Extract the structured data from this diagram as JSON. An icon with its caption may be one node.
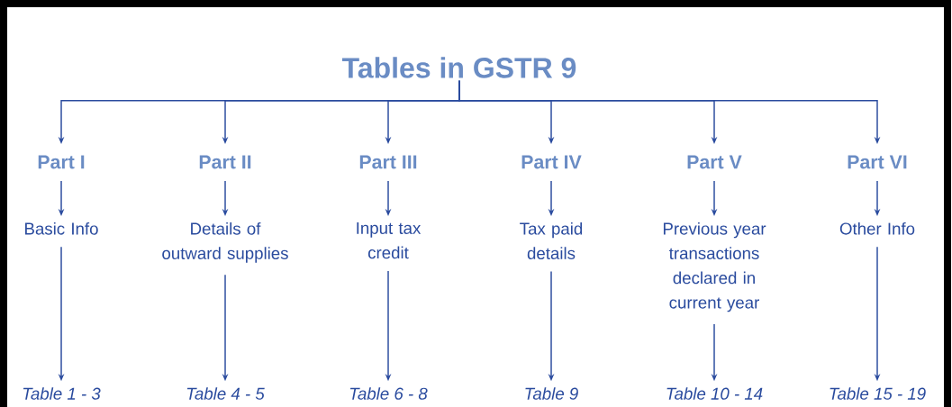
{
  "diagram": {
    "nodes": [
      {
        "text": [
          "Tables in GSTR 9"
        ]
      },
      {
        "text": [
          "Part I"
        ]
      },
      {
        "text": [
          "Part II"
        ]
      },
      {
        "text": [
          "Part III"
        ]
      },
      {
        "text": [
          "Part IV"
        ]
      },
      {
        "text": [
          "Part V"
        ]
      },
      {
        "text": [
          "Part VI"
        ]
      },
      {
        "text": [
          "Basic Info"
        ]
      },
      {
        "text": [
          "Details of outward supplies"
        ]
      },
      {
        "text": [
          "Input tax credit"
        ]
      },
      {
        "text": [
          "Tax paid details"
        ]
      },
      {
        "text": [
          "Previous year transactions declared in current year"
        ]
      },
      {
        "text": [
          "Other Info"
        ]
      },
      {
        "text": [
          "Table 1 - 3"
        ]
      },
      {
        "text": [
          "Table 4 - 5"
        ]
      },
      {
        "text": [
          "Table 6 - 8"
        ]
      },
      {
        "text": [
          "Table 9"
        ]
      },
      {
        "text": [
          "Table 10 - 14"
        ]
      },
      {
        "text": [
          "Table 15 - 19"
        ]
      }
    ],
    "edges": [
      {
        "from": 0,
        "to": 1,
        "arrow": "to"
      },
      {
        "from": 0,
        "to": 2,
        "arrow": "to"
      },
      {
        "from": 0,
        "to": 3,
        "arrow": "to"
      },
      {
        "from": 0,
        "to": 4,
        "arrow": "to"
      },
      {
        "from": 0,
        "to": 5,
        "arrow": "to"
      },
      {
        "from": 0,
        "to": 6,
        "arrow": "to"
      },
      {
        "from": 1,
        "to": 7,
        "arrow": "to"
      },
      {
        "from": 2,
        "to": 8,
        "arrow": "to"
      },
      {
        "from": 3,
        "to": 9,
        "arrow": "to"
      },
      {
        "from": 4,
        "to": 10,
        "arrow": "to"
      },
      {
        "from": 5,
        "to": 11,
        "arrow": "to"
      },
      {
        "from": 6,
        "to": 12,
        "arrow": "to"
      },
      {
        "from": 7,
        "to": 13,
        "arrow": "to"
      },
      {
        "from": 8,
        "to": 14,
        "arrow": "to"
      },
      {
        "from": 9,
        "to": 15,
        "arrow": "to"
      },
      {
        "from": 10,
        "to": 16,
        "arrow": "to"
      },
      {
        "from": 11,
        "to": 17,
        "arrow": "to"
      },
      {
        "from": 12,
        "to": 18,
        "arrow": "to"
      }
    ]
  }
}
